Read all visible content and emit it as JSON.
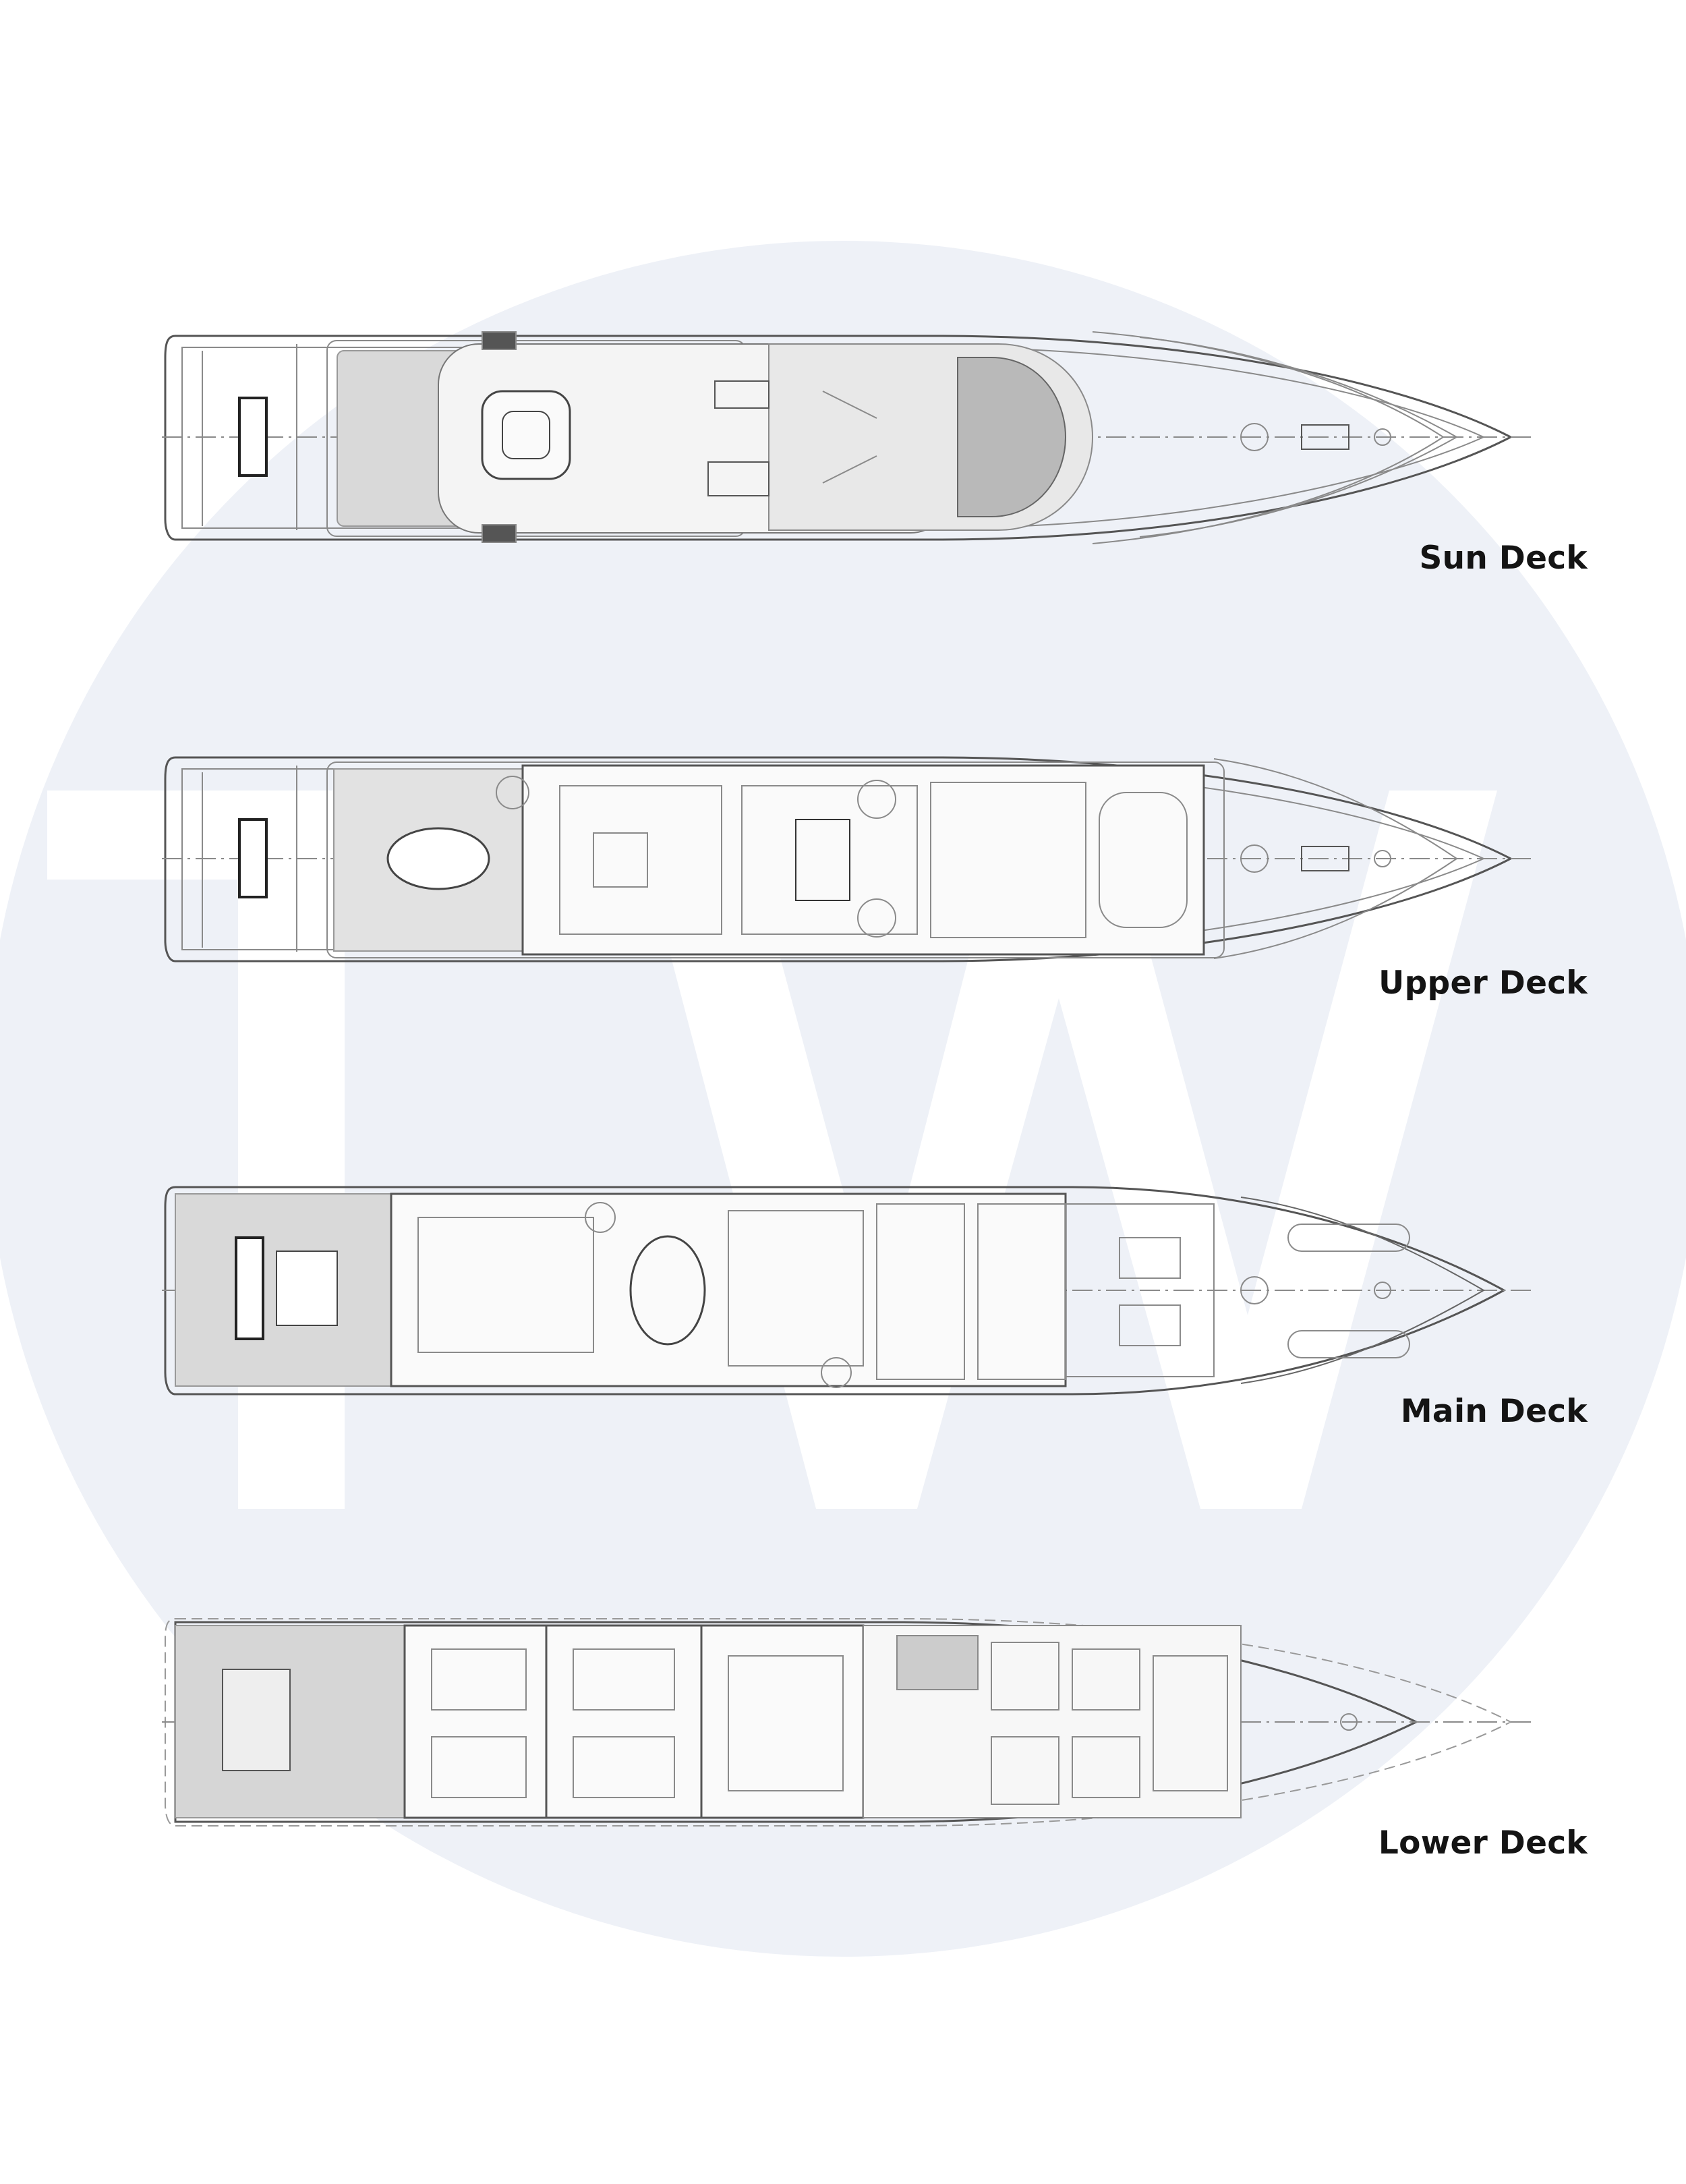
{
  "decks": [
    {
      "id": "sun",
      "label": "Sun Deck"
    },
    {
      "id": "upper",
      "label": "Upper Deck"
    },
    {
      "id": "main",
      "label": "Main Deck"
    },
    {
      "id": "lower",
      "label": "Lower Deck"
    }
  ],
  "watermark": {
    "color": "#eef1f7",
    "letters_color": "#ffffff"
  },
  "colors": {
    "line": "#8a8a8a",
    "dark": "#3c3c3c",
    "deck_fill": "#d9d9d9"
  }
}
